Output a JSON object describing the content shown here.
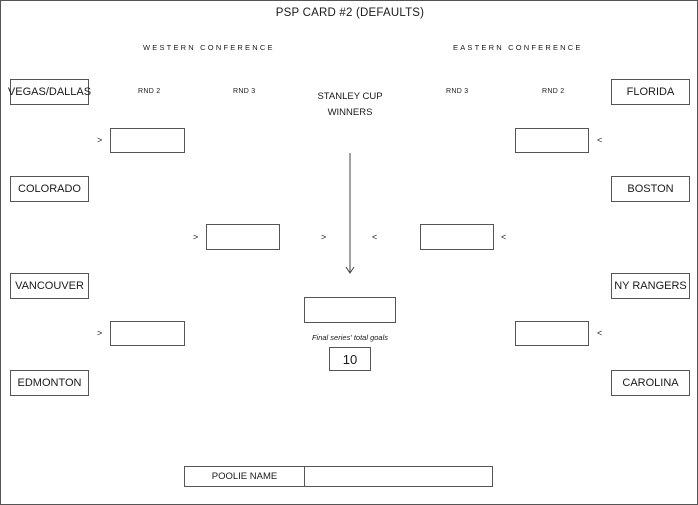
{
  "title": "PSP CARD #2  (DEFAULTS)",
  "conferences": {
    "west": "WESTERN CONFERENCE",
    "east": "EASTERN CONFERENCE"
  },
  "rounds": {
    "west_rnd2": "RND 2",
    "west_rnd3": "RND 3",
    "east_rnd3": "RND 3",
    "east_rnd2": "RND 2"
  },
  "cup": {
    "line1": "STANLEY CUP",
    "line2": "WINNERS"
  },
  "west_teams": [
    "VEGAS/DALLAS",
    "COLORADO",
    "VANCOUVER",
    "EDMONTON"
  ],
  "east_teams": [
    "FLORIDA",
    "BOSTON",
    "NY RANGERS",
    "CAROLINA"
  ],
  "arrows": {
    "right": ">",
    "left": "<"
  },
  "final_goals": {
    "label": "Final series' total goals",
    "value": "10"
  },
  "poolie": {
    "label": "POOLIE NAME",
    "value": ""
  }
}
